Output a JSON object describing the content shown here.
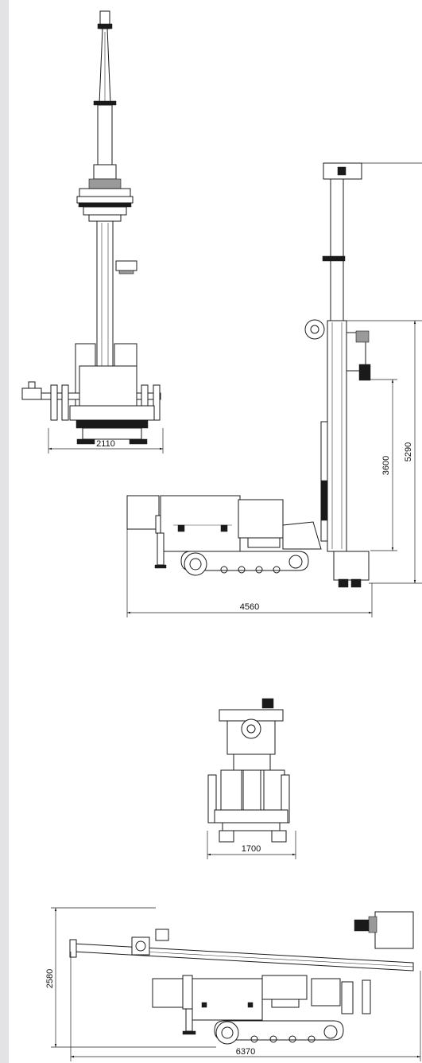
{
  "dimensions": {
    "front_width": "2110",
    "side_length": "4560",
    "side_mast_height": "5290",
    "side_stroke_height": "3600",
    "rear_width": "1700",
    "transport_height": "2580",
    "transport_length": "6370"
  }
}
